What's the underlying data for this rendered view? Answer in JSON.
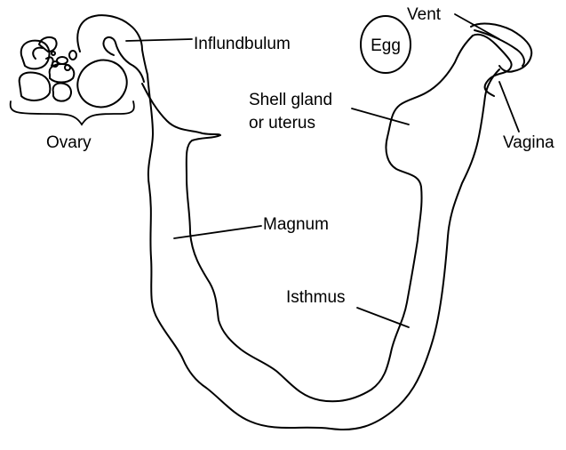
{
  "labels": {
    "infundibulum": "Influndbulum",
    "ovary": "Ovary",
    "egg": "Egg",
    "vent": "Vent",
    "shell_gland_line1": "Shell gland",
    "shell_gland_line2": "or uterus",
    "vagina": "Vagina",
    "magnum": "Magnum",
    "isthmus": "Isthmus"
  },
  "colors": {
    "stroke": "#000000",
    "background": "#ffffff"
  }
}
